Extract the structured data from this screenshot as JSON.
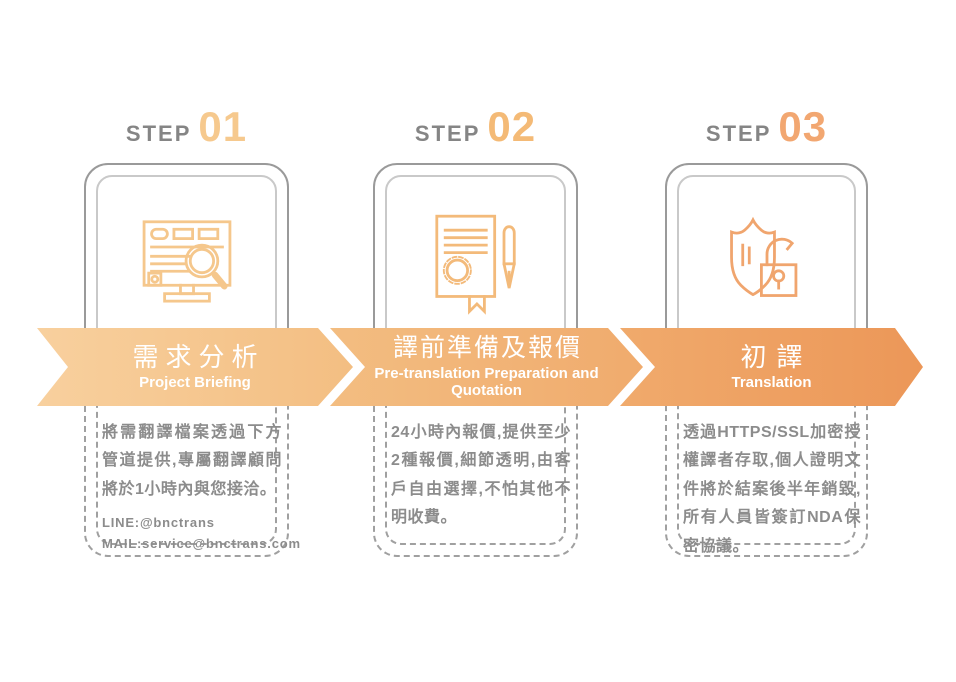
{
  "page": {
    "background": "#ffffff"
  },
  "colors": {
    "step_label_gray": "#858585",
    "step1_number": "#F6C98E",
    "step2_number": "#F4BA76",
    "step3_number": "#F2A771",
    "icon1_stroke": "#F5C78C",
    "icon2_stroke": "#F3BA7A",
    "icon3_stroke": "#F0A56E",
    "banner1_gradient_start": "#F8D09E",
    "banner1_gradient_end": "#F3BE82",
    "banner2_gradient_start": "#F3BD81",
    "banner2_gradient_end": "#F0AB6D",
    "banner3_gradient_start": "#F0AA6C",
    "banner3_gradient_end": "#EC9758",
    "banner_text": "#FFFFFF",
    "card_outline_solid_outer": "#9A9A9A",
    "card_outline_solid_inner": "#C9C9C9",
    "card_outline_dashed": "#A0A0A0",
    "description_text": "#8C8C8C"
  },
  "steps": [
    {
      "step_label": "STEP",
      "step_number": "01",
      "icon": "monitor-search-icon",
      "banner": {
        "title": "需求分析",
        "subtitle": "Project Briefing"
      },
      "description": "將需翻譯檔案透過下方管道提供,專屬翻譯顧問將於1小時內與您接洽。",
      "contact_line1": "LINE:@bnctrans",
      "contact_line2": "MAIL:service@bnctrans.com"
    },
    {
      "step_label": "STEP",
      "step_number": "02",
      "icon": "contract-pen-icon",
      "banner": {
        "title": "譯前準備及報價",
        "subtitle": "Pre-translation Preparation and Quotation"
      },
      "description": "24小時內報價,提供至少2種報價,細節透明,由客戶自由選擇,不怕其他不明收費。"
    },
    {
      "step_label": "STEP",
      "step_number": "03",
      "icon": "shield-lock-icon",
      "banner": {
        "title": "初譯",
        "subtitle": "Translation"
      },
      "description": "透過HTTPS/SSL加密授權譯者存取,個人證明文件將於結案後半年銷毀,所有人員皆簽訂NDA保密協議。"
    }
  ]
}
